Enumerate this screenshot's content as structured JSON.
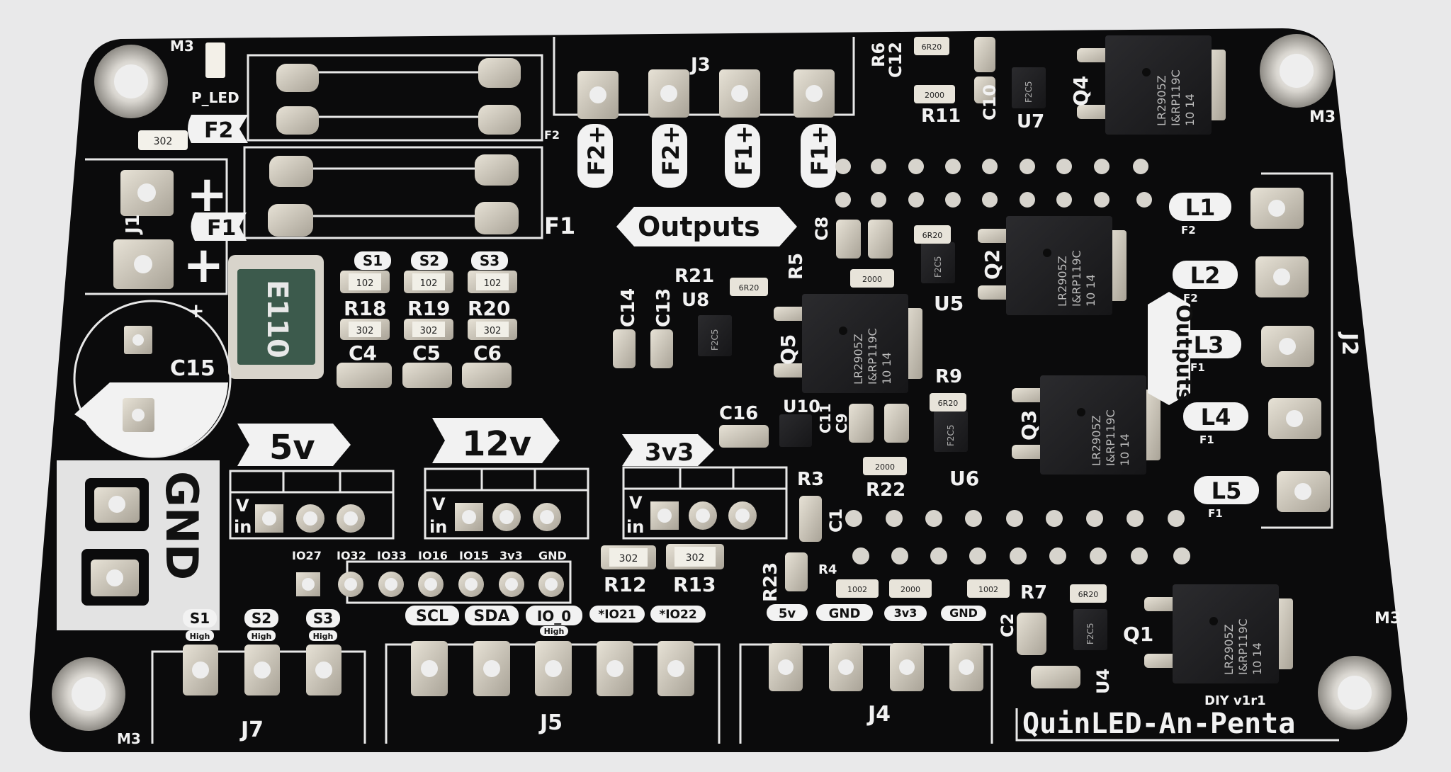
{
  "board": {
    "name": "QuinLED-An-Penta",
    "version": "DIY v1r1",
    "outputs_label": "Outputs",
    "colors": {
      "background": "#e9e9ea",
      "pcb": "#0b0b0c",
      "silkscreen": "#f2f2f2",
      "pad": "#c9c4b8",
      "chip": "#1f1f21"
    }
  },
  "labels": {
    "p_led": "P_LED",
    "m3": "M3",
    "j1": "J1",
    "j2": "J2",
    "j3": "J3",
    "j4": "J4",
    "j5": "J5",
    "j7": "J7",
    "f1": "F1",
    "f2": "F2",
    "plus": "+",
    "gnd": "GND",
    "c15": "C15",
    "r18": "R18",
    "r19": "R19",
    "r20": "R20",
    "c4": "C4",
    "c5": "C5",
    "c6": "C6",
    "c14": "C14",
    "c13": "C13",
    "u8": "U8",
    "r21": "R21",
    "r5": "R5",
    "c8": "C8",
    "u5": "U5",
    "q5": "Q5",
    "q2": "Q2",
    "r6": "R6",
    "c12": "C12",
    "r11": "R11",
    "c10": "C10",
    "u7": "U7",
    "q4": "Q4",
    "c16": "C16",
    "u10": "U10",
    "c11": "C11",
    "c9": "C9",
    "r9": "R9",
    "q3": "Q3",
    "r3": "R3",
    "r22": "R22",
    "u6": "U6",
    "c1": "C1",
    "r23": "R23",
    "r4": "R4",
    "r7": "R7",
    "c2": "C2",
    "u4": "U4",
    "q1": "Q1",
    "r12": "R12",
    "r13": "R13",
    "v_in_v": "V",
    "v_in_in": "in"
  },
  "flags": {
    "f2_plus_a": "F2+",
    "f2_plus_b": "F2+",
    "f1_plus_a": "F1+",
    "f1_plus_b": "F1+",
    "s1": "S1",
    "s2": "S2",
    "s3": "S3",
    "v5": "5v",
    "v12": "12v",
    "v3v3": "3v3"
  },
  "outputs_right": [
    "L1",
    "L2",
    "L3",
    "L4",
    "L5"
  ],
  "outputs_right_sub": [
    "F2",
    "F2",
    "F1",
    "F1",
    "F1"
  ],
  "gpio_header": [
    "IO27",
    "IO32",
    "IO33",
    "IO16",
    "IO15",
    "3v3",
    "GND"
  ],
  "j5_labels": [
    "SCL",
    "SDA",
    "IO_0",
    "*IO21",
    "*IO22"
  ],
  "j5_sub": "High",
  "j4_labels": [
    "5v",
    "GND",
    "3v3",
    "GND"
  ],
  "j7_labels": [
    "S1",
    "S2",
    "S3"
  ],
  "j7_sub": "High",
  "component_markings": {
    "fuse": "E110",
    "mosfet_line1": "LR2905Z",
    "mosfet_line2": "I&RP119C",
    "mosfet_line3": "10   14",
    "res_302": "302",
    "res_102": "102",
    "res_6r20": "6R20",
    "res_2000": "2000",
    "res_1002": "1002",
    "ic_f2c5": "F2C5"
  }
}
